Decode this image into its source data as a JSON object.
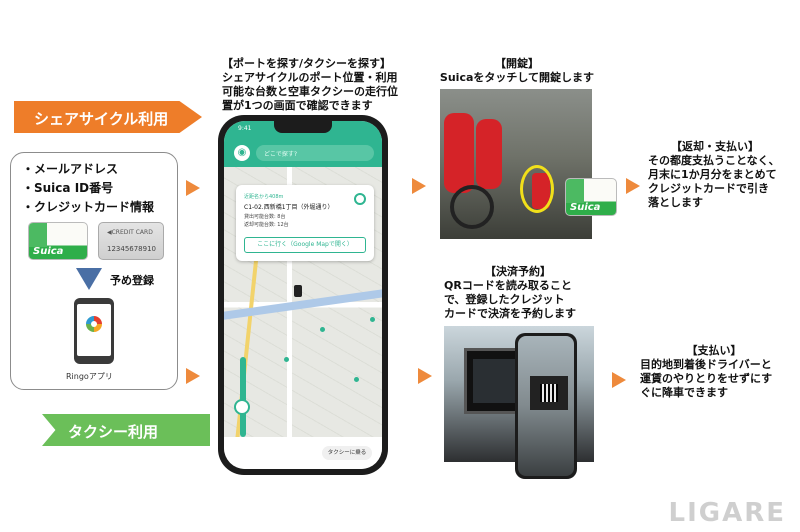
{
  "banners": {
    "share_cycle": "シェアサイクル利用",
    "taxi": "タクシー利用"
  },
  "registration": {
    "items": [
      "・メールアドレス",
      "・Suica ID番号",
      "・クレジットカード情報"
    ],
    "suica_logo": "Suica",
    "credit_card_label": "◀CREDIT CARD",
    "credit_card_number": "12345678910",
    "pre_registration": "予め登録",
    "app_label": "Ringoアプリ"
  },
  "captions": {
    "search": [
      "【ポートを探す/タクシーを探す】",
      "シェアサイクルのポート位置・利用",
      "可能な台数と空車タクシーの走行位",
      "置が1つの画面で確認できます"
    ],
    "unlock": [
      "【開錠】",
      "Suicaをタッチして開錠します"
    ],
    "return_pay": [
      "【返却・支払い】",
      "その都度支払うことなく、",
      "月末に1か月分をまとめて",
      "クレジットカードで引き",
      "落とします"
    ],
    "reserve_pay": [
      "【決済予約】",
      "QRコードを読み取ること",
      "で、登録したクレジット",
      "カードで決済を予約します"
    ],
    "taxi_pay": [
      "【支払い】",
      "目的地到着後ドライバーと",
      "運賃のやりとりをせずにす",
      "ぐに降車できます"
    ]
  },
  "app_screen": {
    "time": "9:41",
    "search_placeholder": "どこで探す?",
    "card_header": "近距名から408m",
    "card_title": "C1-02.西新橋1丁目（外堀通り）",
    "card_line1": "貸出可能台数: 8台",
    "card_line2": "返却可能台数: 12台",
    "go_button": "ここに行く（Google Mapで開く）",
    "taxi_button": "タクシーに乗る"
  },
  "watermark": "LIGARE"
}
